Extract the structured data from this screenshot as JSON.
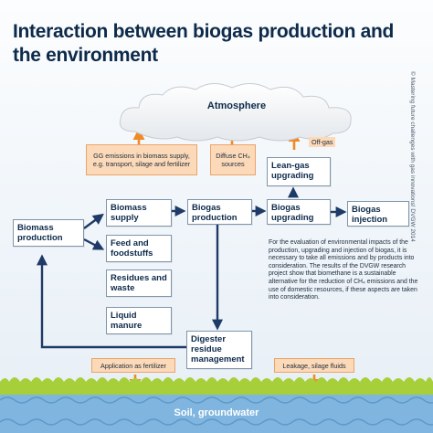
{
  "title": "Interaction between biogas production and the environment",
  "copyright": "© Mastering future challenges with gas innovations! DVGW 2014",
  "atmosphere": "Atmosphere",
  "emissions": {
    "gg": "GG emissions in biomass supply, e.g. transport, silage and fertilizer",
    "diffuse": "Diffuse CH₄ sources",
    "offgas": "Off-gas"
  },
  "boxes": {
    "biomass_production": "Biomass production",
    "biomass_supply": "Biomass supply",
    "feed": "Feed and foodstuffs",
    "residues": "Residues and waste",
    "liquid_manure": "Liquid manure",
    "biogas_production": "Biogas production",
    "biogas_upgrading": "Biogas upgrading",
    "lean_gas": "Lean-gas upgrading",
    "biogas_injection": "Biogas injection",
    "digester": "Digester residue management"
  },
  "bottom": {
    "fertilizer": "Application as fertilizer",
    "leakage": "Leakage, silage fluids",
    "soil": "Soil, groundwater"
  },
  "note": "For the evaluation of environmental impacts of the production, upgrading and injection of biogas, it is necessary to take all emissions and by products into consideration. The results of the DVGW research project show that biomethane is a sustainable alternative for the reduction of CH₄ emissions and the use of domestic resources, if these aspects are taken into consideration.",
  "colors": {
    "arrow_blue": "#1e3a66",
    "arrow_orange": "#f08a24",
    "grass": "#a6cf3a",
    "water": "#7fb5de",
    "box_border": "#7f95ab"
  }
}
